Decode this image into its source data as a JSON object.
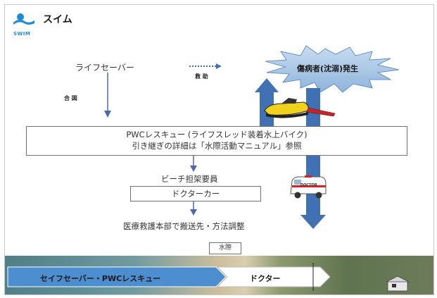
{
  "header": {
    "logo_text": "SWIM",
    "title": "スイム"
  },
  "diagram": {
    "lifesaver": "ライフセーバー",
    "signal": "合 図",
    "rescue": "救 助",
    "victim": "傷病者(沈溺)発生",
    "pwc_line1": "PWCレスキュー (ライフスレッド装着水上バイク)",
    "pwc_line2": "引き継ぎの詳細は「水際活動マニュアル」参照",
    "beach_staff": "ビーチ担架要員",
    "doctor_car": "ドクターカー",
    "hq": "医療救護本部で搬送先・方法調整",
    "ambulance_text": "DOCTOR",
    "waterline": "水際",
    "band_left": "セイフセーバー・PWCレスキュー",
    "band_right": "ドクター"
  },
  "colors": {
    "accent_blue": "#3d7fc7",
    "arrow_blue": "#3f71b3",
    "starburst": "#a9c7e6"
  },
  "icons": [
    "swim-logo-icon",
    "jet-ski-icon",
    "ambulance-icon"
  ]
}
